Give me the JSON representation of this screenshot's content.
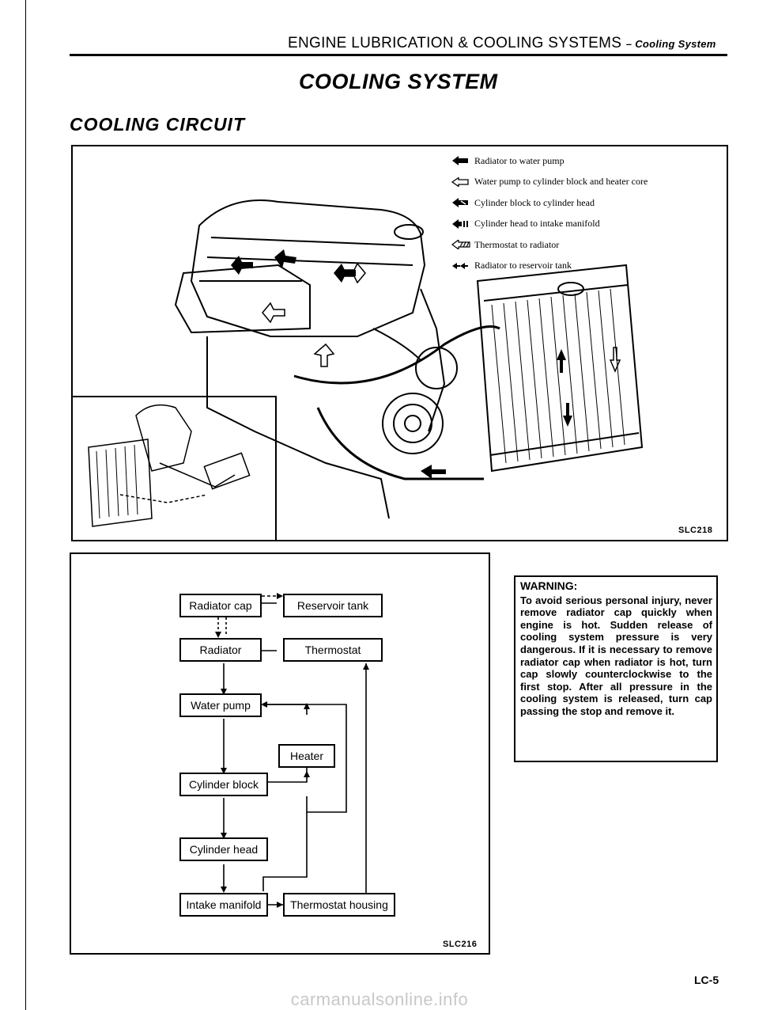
{
  "header": {
    "running_title": "ENGINE LUBRICATION & COOLING SYSTEMS",
    "running_subtitle": "– Cooling System"
  },
  "page_title": "COOLING SYSTEM",
  "section_title": "COOLING CIRCUIT",
  "engine_figure": {
    "legend": [
      {
        "symbol": "solid-arrow-icon",
        "text": "Radiator to water pump"
      },
      {
        "symbol": "outline-arrow-icon",
        "text": "Water pump to cylinder block and heater core"
      },
      {
        "symbol": "hatched-arrow-icon",
        "text": "Cylinder block to cylinder head"
      },
      {
        "symbol": "barred-arrow-icon",
        "text": "Cylinder head to intake manifold"
      },
      {
        "symbol": "striped-arrow-icon",
        "text": "Thermostat to radiator"
      },
      {
        "symbol": "double-arrow-icon",
        "text": "Radiator to reservoir tank"
      }
    ],
    "figure_code": "SLC218"
  },
  "flow_diagram": {
    "boxes": {
      "radiator_cap": "Radiator cap",
      "reservoir_tank": "Reservoir tank",
      "radiator": "Radiator",
      "thermostat": "Thermostat",
      "water_pump": "Water pump",
      "heater": "Heater",
      "cylinder_block": "Cylinder block",
      "cylinder_head": "Cylinder head",
      "intake_manifold": "Intake manifold",
      "thermostat_housing": "Thermostat housing"
    },
    "figure_code": "SLC216"
  },
  "warning": {
    "heading": "WARNING:",
    "text": "To avoid serious personal injury, never remove radiator cap quickly when engine is hot. Sudden release of cooling system pressure is very dangerous. If it is necessary to remove radiator cap when radiator is hot, turn cap slowly counterclockwise to the first stop. After all pressure in the cooling system is released, turn cap passing the stop and remove it."
  },
  "page_number": "LC-5",
  "watermark": "carmanualsonline.info"
}
